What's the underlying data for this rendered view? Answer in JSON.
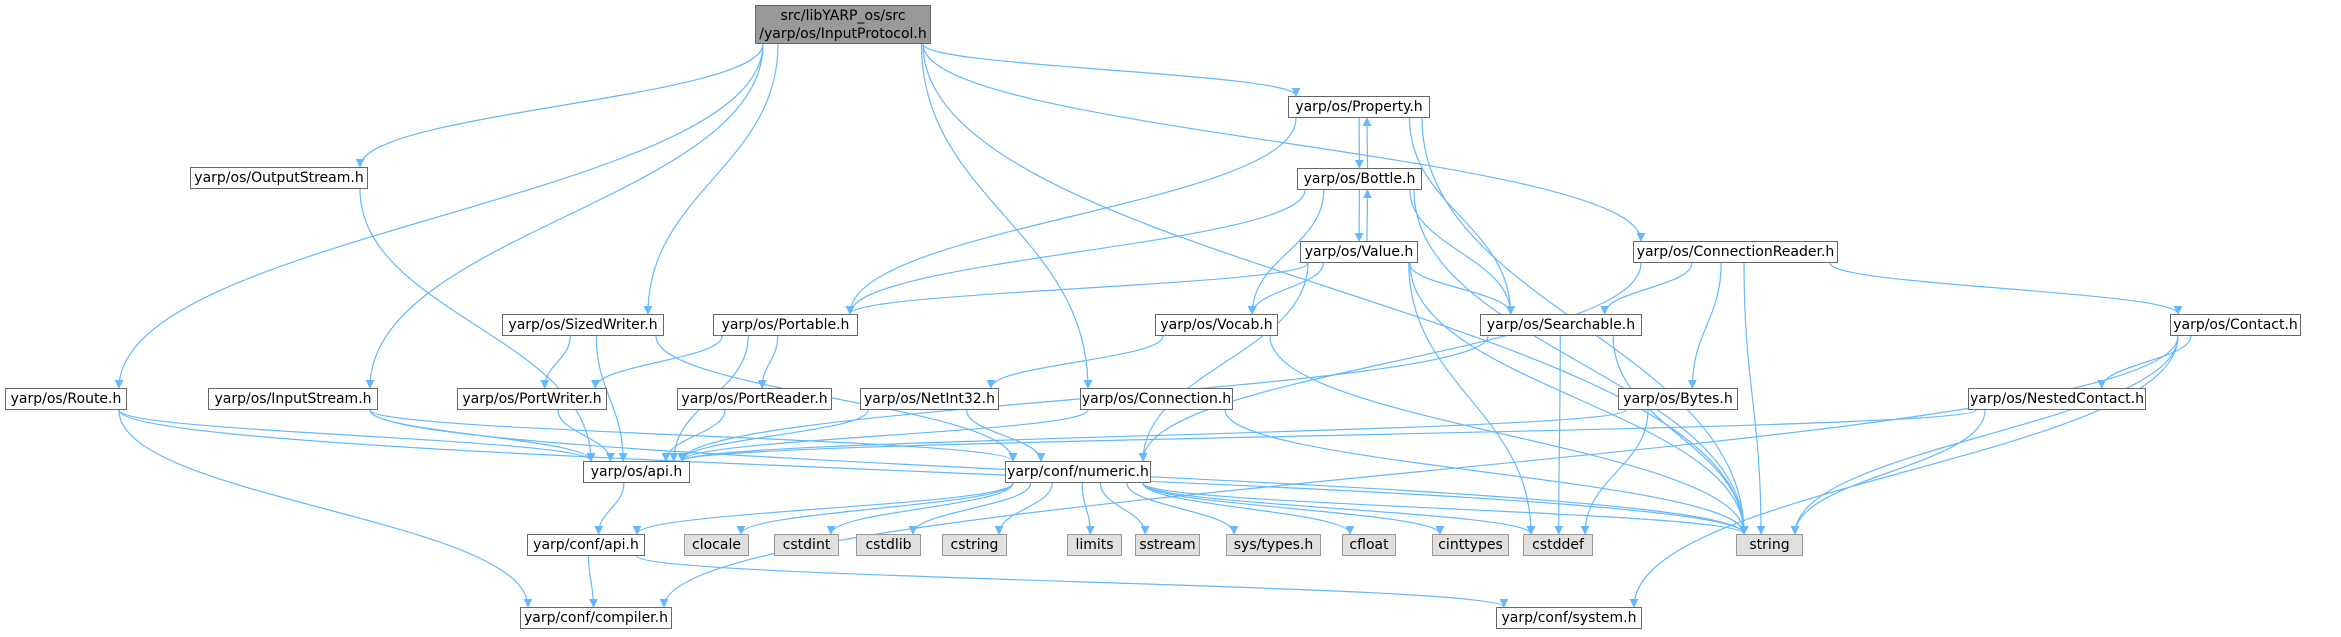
{
  "colors": {
    "edge": "#63b8ff",
    "border": "#666666",
    "root_fill": "#999999",
    "system_fill": "#e0e0e0",
    "node_fill": "#ffffff"
  },
  "root": {
    "line1": "src/libYARP_os/src",
    "line2": "/yarp/os/InputProtocol.h"
  },
  "nodes": {
    "property": "yarp/os/Property.h",
    "bottle": "yarp/os/Bottle.h",
    "value": "yarp/os/Value.h",
    "outputstream": "yarp/os/OutputStream.h",
    "connectionreader": "yarp/os/ConnectionReader.h",
    "sizedwriter": "yarp/os/SizedWriter.h",
    "portable": "yarp/os/Portable.h",
    "vocab": "yarp/os/Vocab.h",
    "searchable": "yarp/os/Searchable.h",
    "contact": "yarp/os/Contact.h",
    "route": "yarp/os/Route.h",
    "inputstream": "yarp/os/InputStream.h",
    "portwriter": "yarp/os/PortWriter.h",
    "portreader": "yarp/os/PortReader.h",
    "netint32": "yarp/os/NetInt32.h",
    "connection": "yarp/os/Connection.h",
    "bytes": "yarp/os/Bytes.h",
    "nestedcontact": "yarp/os/NestedContact.h",
    "osapi": "yarp/os/api.h",
    "numeric": "yarp/conf/numeric.h",
    "confapi": "yarp/conf/api.h",
    "compiler": "yarp/conf/compiler.h",
    "system": "yarp/conf/system.h"
  },
  "system_headers": {
    "clocale": "clocale",
    "cstdint": "cstdint",
    "cstdlib": "cstdlib",
    "cstring": "cstring",
    "limits": "limits",
    "sstream": "sstream",
    "systypes": "sys/types.h",
    "cfloat": "cfloat",
    "cinttypes": "cinttypes",
    "cstddef": "cstddef",
    "string": "string"
  }
}
